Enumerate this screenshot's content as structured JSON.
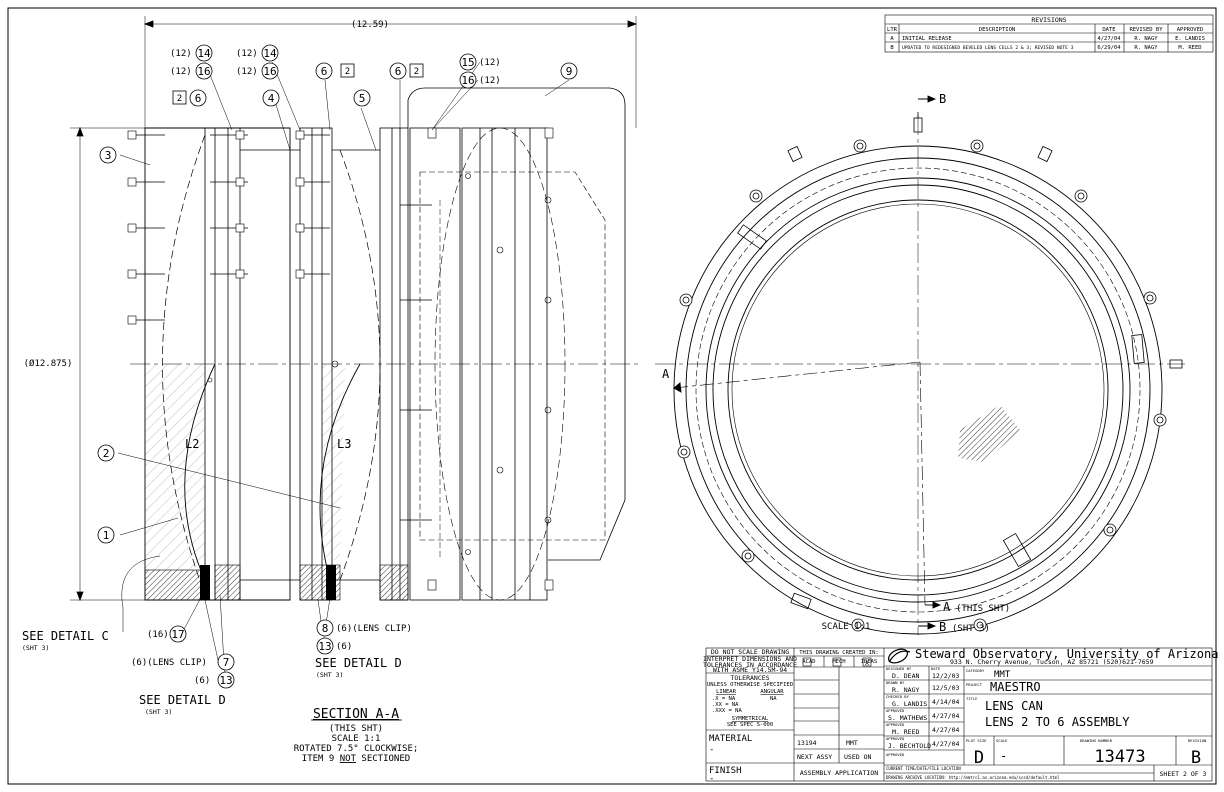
{
  "revisions": {
    "title": "REVISIONS",
    "headers": [
      "LTR",
      "DESCRIPTION",
      "DATE",
      "REVISED BY",
      "APPROVED"
    ],
    "rows": [
      [
        "A",
        "INITIAL RELEASE",
        "4/27/04",
        "R. NAGY",
        "E. LANDIS"
      ],
      [
        "B",
        "UPDATED TO REDESIGNED BEVELED LENS CELLS 2 & 3; REVISED NOTE 3",
        "6/29/04",
        "R. NAGY",
        "M. REED"
      ]
    ]
  },
  "dimensions": {
    "overall_length": "(12.59)",
    "diameter": "(Ø12.875)"
  },
  "balloons": {
    "b1": "1",
    "b2": "2",
    "b3": "3",
    "b4": "4",
    "b5": "5",
    "b6": "6",
    "b7": "7",
    "b8": "8",
    "b9": "9",
    "b13": "13",
    "b14": "14",
    "b15": "15",
    "b16": "16",
    "b17": "17",
    "flag": "2"
  },
  "qty": {
    "q12": "(12)",
    "q6": "(6)",
    "q16": "(16)"
  },
  "lens_labels": {
    "l2": "L2",
    "l3": "L3"
  },
  "details": {
    "detail_c": "SEE DETAIL C",
    "detail_d": "SEE DETAIL D",
    "sht3": "(SHT 3)",
    "lens_clip": "(6)(LENS CLIP)",
    "lens_clip_8": "(6)(LENS CLIP)"
  },
  "section": {
    "title": "SECTION A-A",
    "line1": "(THIS SHT)",
    "line2": "SCALE 1:1",
    "line3": "ROTATED 7.5° CLOCKWISE;",
    "line4_pre": "ITEM 9 ",
    "line4_not": "NOT",
    "line4_post": " SECTIONED"
  },
  "end_view": {
    "scale": "SCALE 1:1",
    "cut_a": "A",
    "cut_b": "B",
    "a_this_sht": "(THIS SHT)",
    "b_sht3": "(SHT 3)"
  },
  "title_block": {
    "do_not_scale": "DO NOT SCALE DRAWING",
    "interpret": [
      "INTERPRET DIMENSIONS AND",
      "TOLERANCES IN ACCORDANCE",
      "WITH ASME Y14.5M-94"
    ],
    "tolerances": "TOLERANCES",
    "unless": "UNLESS OTHERWISE SPECIFIED",
    "linear": "LINEAR",
    "angular": "ANGULAR",
    "tol_rows": [
      ".X  = NA",
      ".XX  = NA",
      ".XXX = NA"
    ],
    "ang_val": "NA",
    "symmetrical": "SYMMETRICAL",
    "see_spec": "SEE SPEC S-000",
    "material": "MATERIAL",
    "material_val": "-",
    "finish": "FINISH",
    "finish_val": "-",
    "created_in": "THIS DRAWING CREATED IN:",
    "cad": [
      "ACAD",
      "MECH",
      "IDEAS"
    ],
    "cad_checked": "X",
    "next_assy_val": "13194",
    "used_on_val": "MMT",
    "next_assy": "NEXT ASSY",
    "used_on": "USED ON",
    "application": "ASSEMBLY APPLICATION",
    "org_name": "Steward Observatory, University of Arizona",
    "org_address": "933 N. Cherry Avenue, Tucson, AZ  85721   (520)621-7659",
    "designed_by_lbl": "DESIGNED BY",
    "designed_by": "D. DEAN",
    "date_lbl": "DATE",
    "designed_date": "12/2/03",
    "drawn_by_lbl": "DRAWN BY",
    "drawn_by": "R. NAGY",
    "drawn_date": "12/5/03",
    "checked_by_lbl": "CHECKED BY",
    "checked_by": "G. LANDIS",
    "checked_date": "4/14/04",
    "approved_lbl": "APPROVED",
    "approved1": "S. MATHEWS",
    "approved1_date": "4/27/04",
    "approved2": "M. REED",
    "approved2_date": "4/27/04",
    "approved3": "J. BECHTOLD",
    "approved3_date": "4/27/04",
    "approved4_lbl": "APPROVED",
    "category_lbl": "CATEGORY",
    "category": "MMT",
    "project_lbl": "PROJECT",
    "project": "MAESTRO",
    "title_lbl": "TITLE",
    "title1": "LENS CAN",
    "title2": "LENS 2 TO 6 ASSEMBLY",
    "plot_size_lbl": "PLOT SIZE",
    "plot_size": "D",
    "scale_lbl": "SCALE",
    "scale": "-",
    "dwg_no_lbl": "DRAWING NUMBER",
    "dwg_no": "13473",
    "rev_lbl": "REVISION",
    "rev": "B",
    "file_loc_lbl": "CURRENT TIME/DATE/FILE LOCATION",
    "archive_lbl": "DRAWING ARCHIVE LOCATION: http://mmtrc1.as.arizona.edu/scsd/default.html",
    "sheet": "SHEET 2 OF 3"
  }
}
